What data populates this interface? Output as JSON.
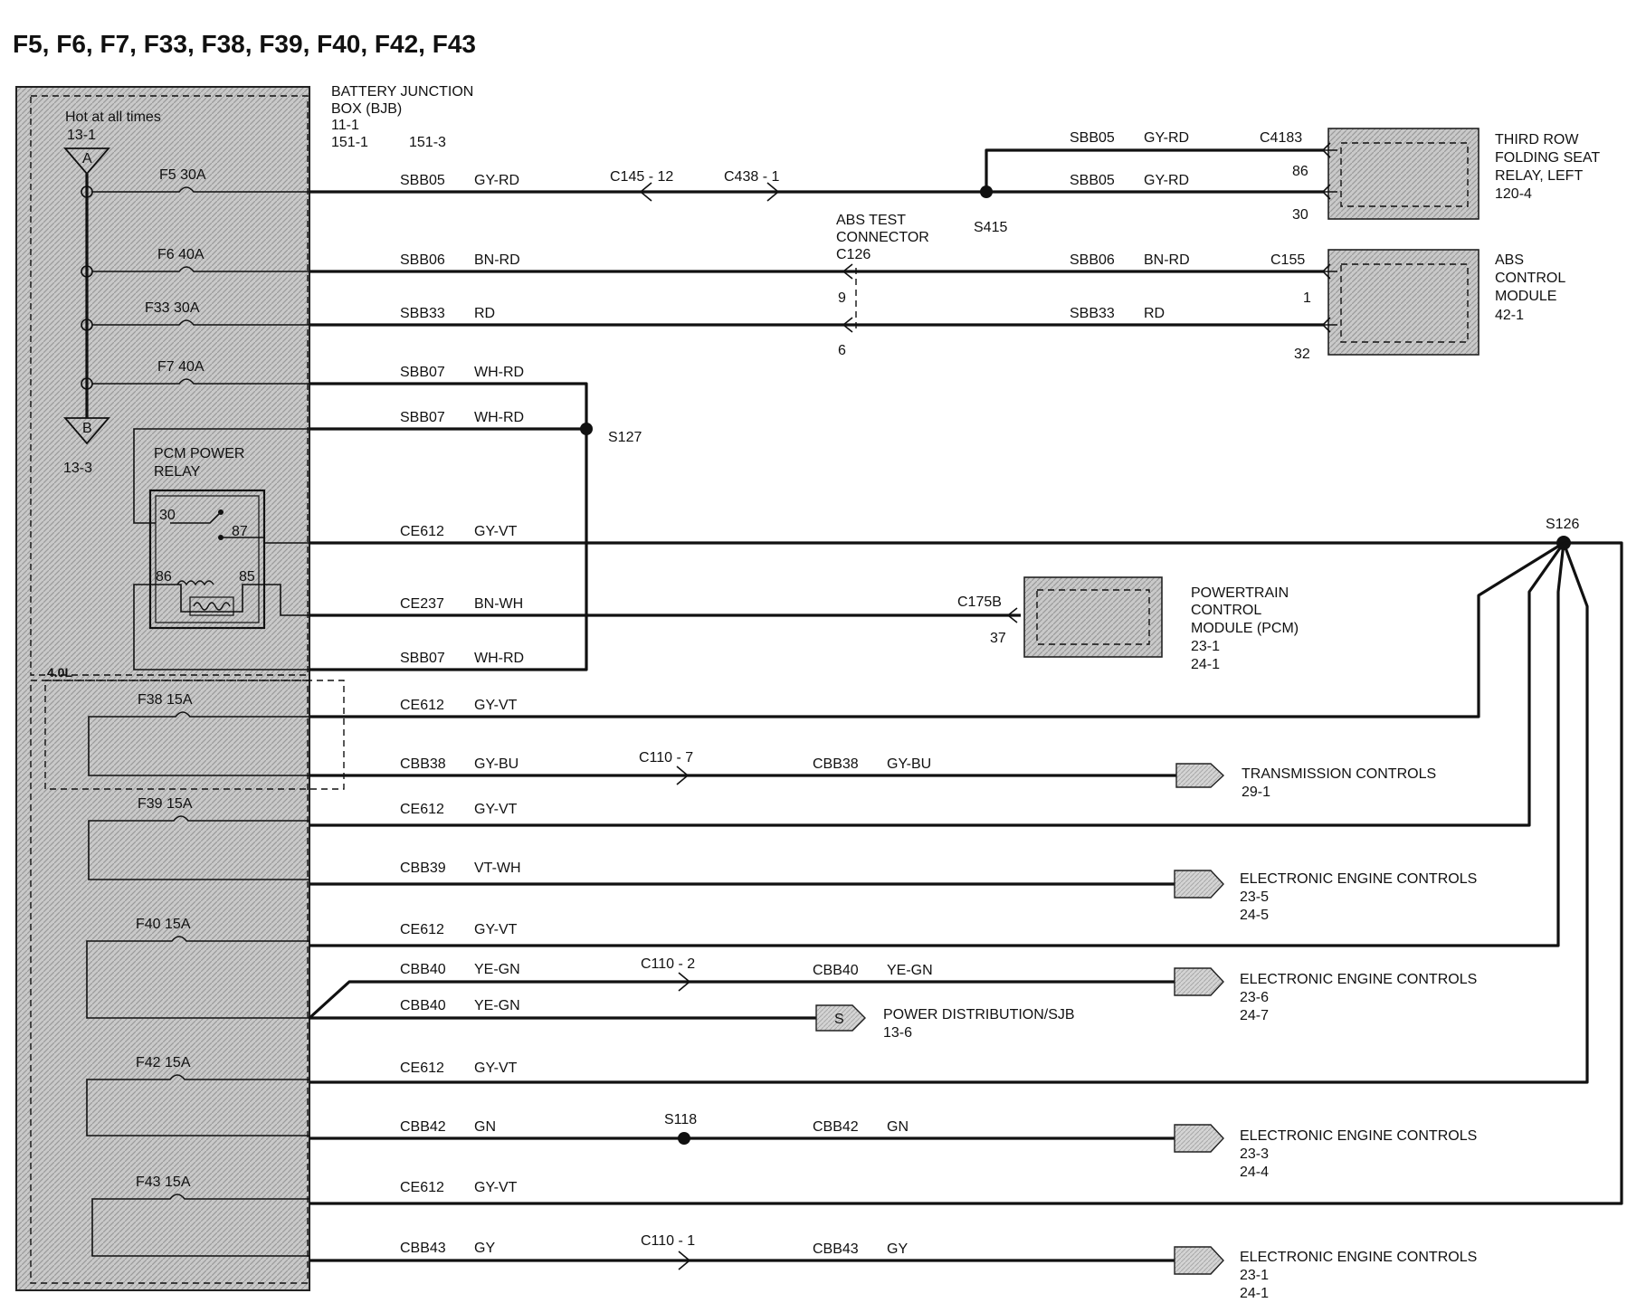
{
  "title": "F5, F6, F7, F33, F38, F39, F40, F42, F43",
  "bjb": {
    "name_line1": "BATTERY JUNCTION",
    "name_line2": "BOX (BJB)",
    "ref1": "11-1",
    "ref2": "151-1",
    "ref3": "151-3",
    "hot_label": "Hot at all times",
    "ref_a": "13-1",
    "ref_b": "13-3",
    "tri_a": "A",
    "tri_b": "B",
    "relay_label_1": "PCM POWER",
    "relay_label_2": "RELAY",
    "pin30": "30",
    "pin87": "87",
    "pin86": "86",
    "pin85": "85",
    "engine": "4.0L"
  },
  "fuses": {
    "f5": "F5  30A",
    "f6": "F6  40A",
    "f33": "F33  30A",
    "f7": "F7  40A",
    "f38": "F38  15A",
    "f39": "F39  15A",
    "f40": "F40  15A",
    "f42": "F42  15A",
    "f43": "F43  15A"
  },
  "circuits": [
    {
      "id": "SBB05",
      "color": "GY-RD"
    },
    {
      "id": "SBB06",
      "color": "BN-RD"
    },
    {
      "id": "SBB33",
      "color": "RD"
    },
    {
      "id": "SBB07",
      "color": "WH-RD"
    },
    {
      "id": "SBB07",
      "color": "WH-RD"
    },
    {
      "id": "CE612",
      "color": "GY-VT"
    },
    {
      "id": "CE237",
      "color": "BN-WH"
    },
    {
      "id": "SBB07",
      "color": "WH-RD"
    },
    {
      "id": "CE612",
      "color": "GY-VT"
    },
    {
      "id": "CBB38",
      "color": "GY-BU"
    },
    {
      "id": "CE612",
      "color": "GY-VT"
    },
    {
      "id": "CBB39",
      "color": "VT-WH"
    },
    {
      "id": "CE612",
      "color": "GY-VT"
    },
    {
      "id": "CBB40",
      "color": "YE-GN"
    },
    {
      "id": "CBB40",
      "color": "YE-GN"
    },
    {
      "id": "CE612",
      "color": "GY-VT"
    },
    {
      "id": "CBB42",
      "color": "GN"
    },
    {
      "id": "CE612",
      "color": "GY-VT"
    },
    {
      "id": "CBB43",
      "color": "GY"
    }
  ],
  "right_circuits": [
    {
      "id": "SBB05",
      "color": "GY-RD"
    },
    {
      "id": "SBB05",
      "color": "GY-RD"
    },
    {
      "id": "SBB06",
      "color": "BN-RD"
    },
    {
      "id": "SBB33",
      "color": "RD"
    },
    {
      "id": "CBB38",
      "color": "GY-BU"
    },
    {
      "id": "CBB40",
      "color": "YE-GN"
    },
    {
      "id": "CBB42",
      "color": "GN"
    },
    {
      "id": "CBB43",
      "color": "GY"
    }
  ],
  "connectors": {
    "c145": "C145  -  12",
    "c438": "C438  -  1",
    "c4183": "C4183",
    "c4183_p86": "86",
    "c4183_p30": "30",
    "s415": "S415",
    "abs_test_1": "ABS TEST",
    "abs_test_2": "CONNECTOR",
    "abs_test_3": "C126",
    "c126_p9": "9",
    "c126_p6": "6",
    "c155": "C155",
    "c155_p1": "1",
    "c155_p32": "32",
    "s127": "S127",
    "s126": "S126",
    "c175b": "C175B",
    "c175b_p37": "37",
    "c110_7": "C110  -  7",
    "c110_2": "C110  -  2",
    "c110_1": "C110  -  1",
    "s118": "S118",
    "pd_s": "S"
  },
  "components": {
    "third_row": [
      "THIRD ROW",
      "FOLDING SEAT",
      "RELAY, LEFT",
      "120-4"
    ],
    "abs": [
      "ABS",
      "CONTROL",
      "MODULE",
      "42-1"
    ],
    "pcm": [
      "POWERTRAIN",
      "CONTROL",
      "MODULE (PCM)",
      "23-1",
      "24-1"
    ]
  },
  "destinations": {
    "trans": [
      "TRANSMISSION CONTROLS",
      "29-1"
    ],
    "eec1": [
      "ELECTRONIC ENGINE CONTROLS",
      "23-5",
      "24-5"
    ],
    "eec2": [
      "ELECTRONIC ENGINE CONTROLS",
      "23-6",
      "24-7"
    ],
    "pds": [
      "POWER DISTRIBUTION/SJB",
      "13-6"
    ],
    "eec3": [
      "ELECTRONIC ENGINE CONTROLS",
      "23-3",
      "24-4"
    ],
    "eec4": [
      "ELECTRONIC ENGINE CONTROLS",
      "23-1",
      "24-1"
    ]
  }
}
